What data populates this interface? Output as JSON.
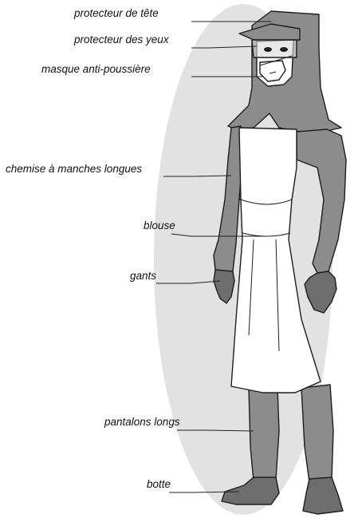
{
  "colors": {
    "background": "#ffffff",
    "backdrop_ellipse": "#e2e2e2",
    "garment_gray": "#8c8c8c",
    "garment_dark": "#6e6e6e",
    "apron_white": "#ffffff",
    "outline": "#1e1e1e"
  },
  "labels": {
    "head_protector": "protecteur de tête",
    "eye_protector": "protecteur des yeux",
    "dust_mask": "masque anti-poussière",
    "long_sleeve_shirt": "chemise à manches longues",
    "apron": "blouse",
    "gloves": "gants",
    "long_pants": "pantalons longs",
    "boot": "botte"
  }
}
